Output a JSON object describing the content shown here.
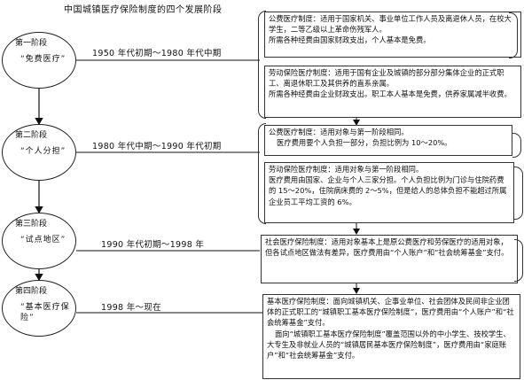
{
  "title": "中国城镇医疗保险制度的四个发展阶段",
  "stages": [
    {
      "name": "第一阶段",
      "theme": "“免费医疗”",
      "period": "1950 年代初期～1980 年代中期"
    },
    {
      "name": "第二阶段",
      "theme": "“个人分担”",
      "period": "1980 年代中期～1990 年代初期"
    },
    {
      "name": "第三阶段",
      "theme": "“试点地区”",
      "period": "1990 年代初期～1998 年"
    },
    {
      "name": "第四阶段",
      "theme": "“基本医疗保险”",
      "period": "1998 年～现在"
    }
  ],
  "boxes": {
    "b1": [
      "公费医疗制度：适用于国家机关、事业单位工作人员及离退休人员，在校大学生，二等乙级以上革命伤残军人。",
      "所需各种经费由国家财政支出，个人基本是免费。"
    ],
    "b2": [
      "劳动保险医疗制度：适用于国有企业及城镇的部分部分集体企业的正式职工、离退休职工及其供养的直系亲属。",
      "所需各种经费由企业财政支出。职工本人基本是免费，供养家属减半收费。"
    ],
    "b3": [
      "公费医疗制度：适用对象与第一阶段相同。",
      "医疗费用要个人负担一部分，负担比例为 10～20%。"
    ],
    "b4": [
      "劳动保险医疗制度：适用对象与第一阶段相同。",
      "医疗费用由国家、企业与个人三家分担。个人负担比例为门诊与住院药费的 15～20%，住院病床费的 2～5%，但是给人的总体负担不能超过所属企业员工平均工资的 6%。"
    ],
    "b5": [
      "社会医疗保险制度：适用对象基本上是原公费医疗和劳保医疗的适用对象，但各试点地区做法有差异，医疗费用由“个人账户”和“社会统筹基金”支付。"
    ],
    "b6": [
      "基本医疗保险制度：面向城镇机关、企事业单位、社会团体及民间非企业团体的正式职工的“城镇职工基本医疗保险制度”，医疗费用由“个人账户”和“社会统筹基金”支付。",
      "面向“城镇职工基本医疗保险制度”覆盖范围以外的中小学生、技校学生、大专生及非就业人员的“城镇居民基本医疗保险制度”，医疗费用由“家庭账户”和“社会统筹基金”支付。"
    ]
  }
}
